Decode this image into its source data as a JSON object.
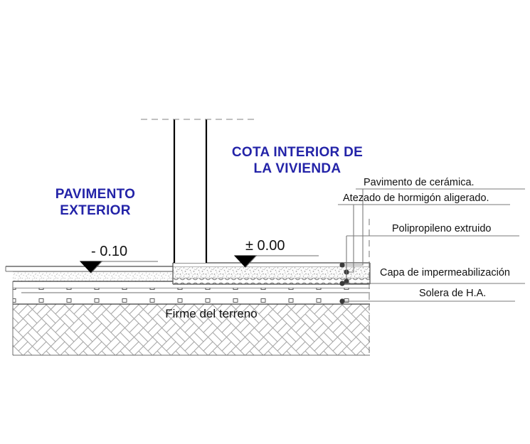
{
  "drawing": {
    "title_area": {
      "interior_label": "COTA INTERIOR DE\nLA VIVIENDA",
      "interior_label_line1": "COTA INTERIOR DE",
      "interior_label_line2": "LA VIVIENDA",
      "exterior_label_line1": "PAVIMENTO",
      "exterior_label_line2": "EXTERIOR"
    },
    "levels": [
      {
        "id": "exterior-level",
        "value": "- 0.10",
        "marker": "filled-triangle-down"
      },
      {
        "id": "interior-level",
        "value": "± 0.00",
        "marker": "filled-triangle-down"
      }
    ],
    "ground_label": "Firme del terreno",
    "annotations": [
      {
        "id": "ceramic",
        "label": "Pavimento de cerámica."
      },
      {
        "id": "screed",
        "label": "Atezado de hormigón aligerado."
      },
      {
        "id": "insulation",
        "label": "Polipropileno extruido"
      },
      {
        "id": "waterproofing",
        "label": "Capa de impermeabilización"
      },
      {
        "id": "slab",
        "label": "Solera de H.A."
      }
    ],
    "colors": {
      "label_blue": "#2323a8",
      "line_dark": "#000000",
      "line_mid": "#4a4a4a",
      "line_light": "#6d6d6d",
      "hatch_gray": "#9a9a9a",
      "fill_white": "#ffffff",
      "paper": "#ffffff"
    }
  }
}
